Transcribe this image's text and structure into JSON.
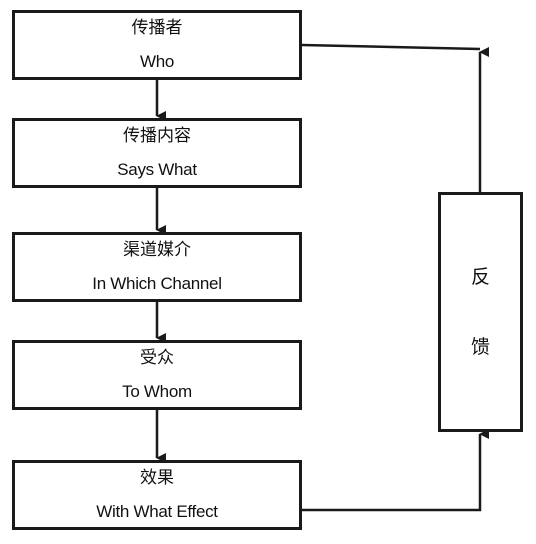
{
  "steps": [
    {
      "zh": "传播者",
      "en": "Who"
    },
    {
      "zh": "传播内容",
      "en": "Says What"
    },
    {
      "zh": "渠道媒介",
      "en": "In Which Channel"
    },
    {
      "zh": "受众",
      "en": "To Whom"
    },
    {
      "zh": "效果",
      "en": "With What Effect"
    }
  ],
  "feedback": {
    "char1": "反",
    "char2": "馈"
  },
  "colors": {
    "stroke": "#1a1a1a",
    "background": "#ffffff"
  }
}
